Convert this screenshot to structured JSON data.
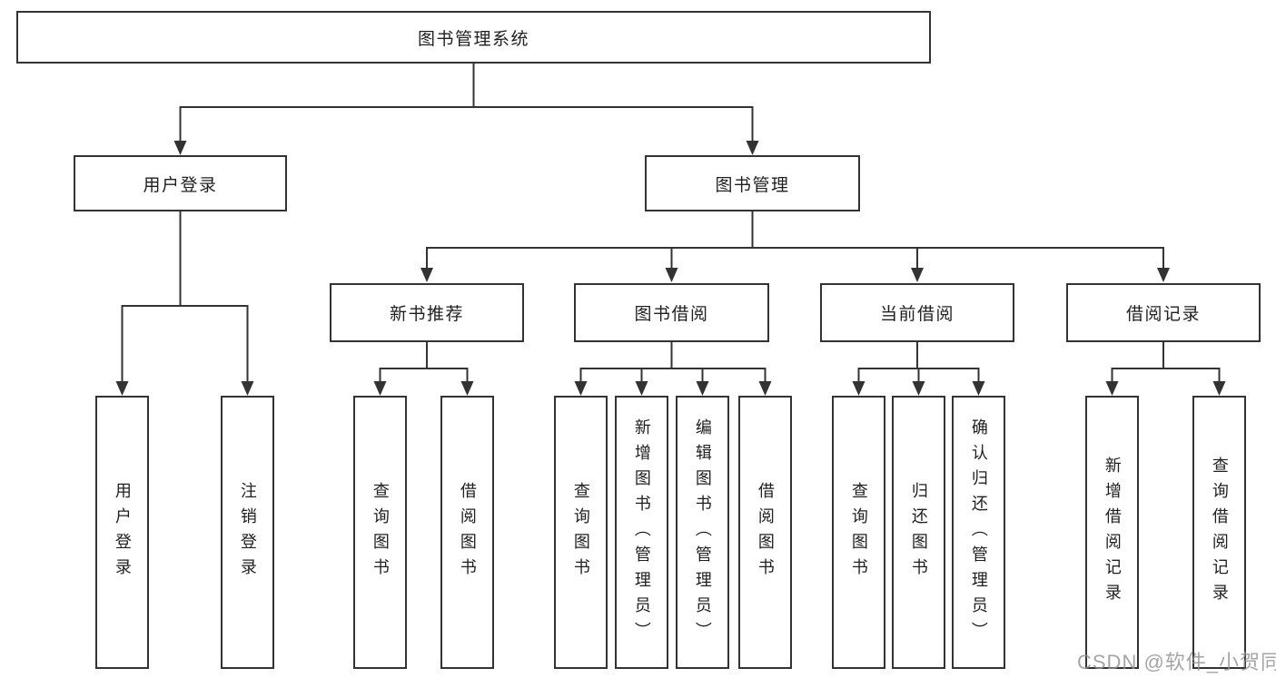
{
  "tree": {
    "root": {
      "label": "图书管理系统"
    },
    "branches": [
      {
        "label": "用户登录",
        "children": [
          {
            "label": "用户登录"
          },
          {
            "label": "注销登录"
          }
        ]
      },
      {
        "label": "图书管理",
        "children": [
          {
            "label": "新书推荐",
            "children": [
              {
                "label": "查询图书"
              },
              {
                "label": "借阅图书"
              }
            ]
          },
          {
            "label": "图书借阅",
            "children": [
              {
                "label": "查询图书"
              },
              {
                "label": "新增图书（管理员）"
              },
              {
                "label": "编辑图书（管理员）"
              },
              {
                "label": "借阅图书"
              }
            ]
          },
          {
            "label": "当前借阅",
            "children": [
              {
                "label": "查询图书"
              },
              {
                "label": "归还图书"
              },
              {
                "label": "确认归还（管理员）"
              }
            ]
          },
          {
            "label": "借阅记录",
            "children": [
              {
                "label": "新增借阅记录"
              },
              {
                "label": "查询借阅记录"
              }
            ]
          }
        ]
      }
    ]
  },
  "watermark": {
    "text": "CSDN @软件_小贺同学",
    "color": "#919191"
  },
  "colors": {
    "background": "#ffffff",
    "line": "#333333",
    "box_border": "#333333",
    "text": "#1f1f1f"
  }
}
